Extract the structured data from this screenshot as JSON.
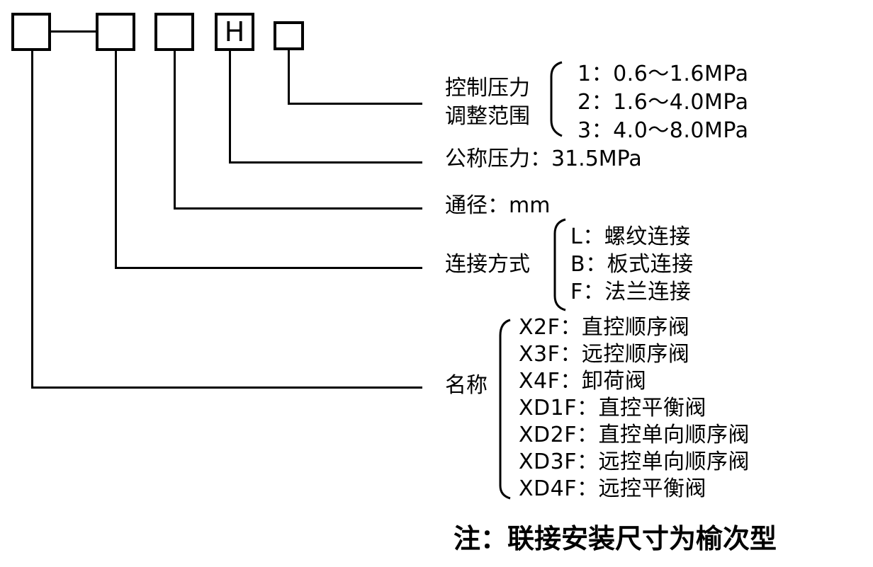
{
  "code_boxes": [
    {
      "id": "name",
      "letter": ""
    },
    {
      "id": "connection",
      "letter": ""
    },
    {
      "id": "bore",
      "letter": ""
    },
    {
      "id": "nominal-pressure",
      "letter": "H"
    },
    {
      "id": "pressure-range",
      "letter": ""
    }
  ],
  "pressure_range": {
    "label_line1": "控制压力",
    "label_line2": "调整范围",
    "options": [
      "1：0.6～1.6MPa",
      "2：1.6～4.0MPa",
      "3：4.0～8.0MPa"
    ]
  },
  "nominal_pressure": {
    "text": "公称压力：31.5MPa"
  },
  "bore": {
    "text": "通径：mm"
  },
  "connection": {
    "label": "连接方式",
    "options": [
      "L：螺纹连接",
      "B：板式连接",
      "F：法兰连接"
    ]
  },
  "name": {
    "label": "名称",
    "options": [
      "X2F：直控顺序阀",
      "X3F：远控顺序阀",
      "X4F：卸荷阀",
      "XD1F：直控平衡阀",
      "XD2F：直控单向顺序阀",
      "XD3F：远控单向顺序阀",
      "XD4F：远控平衡阀"
    ]
  },
  "note": {
    "text": "注：联接安装尺寸为榆次型"
  }
}
